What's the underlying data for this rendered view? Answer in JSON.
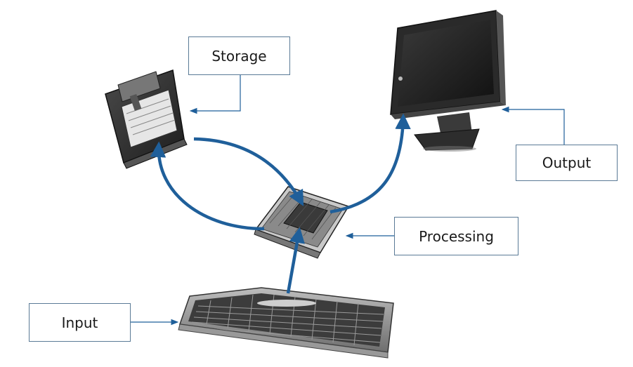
{
  "labels": {
    "storage": "Storage",
    "output": "Output",
    "processing": "Processing",
    "input": "Input"
  },
  "colors": {
    "arrow": "#1f5f9a",
    "box_border": "#5a7a96",
    "device_dark": "#2b2b2b",
    "device_mid": "#8a8a8a",
    "device_light": "#d4d4d4"
  },
  "icons": [
    "floppy-disk-icon",
    "monitor-icon",
    "cpu-chip-icon",
    "keyboard-icon"
  ]
}
